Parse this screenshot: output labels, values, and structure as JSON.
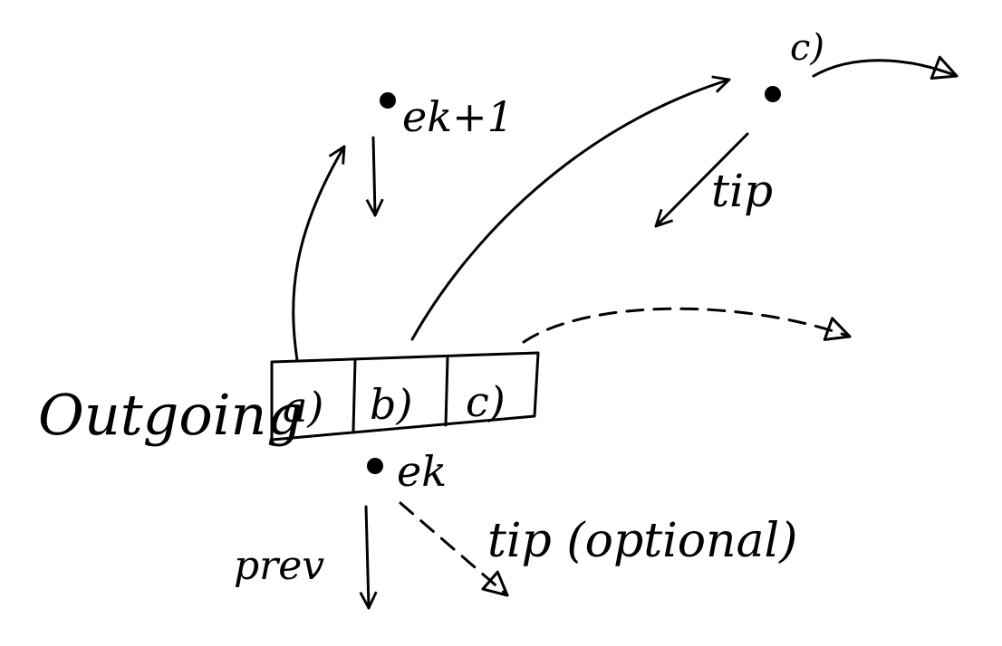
{
  "diagram": {
    "nodes": {
      "ek1": {
        "label": "ek+1"
      },
      "ek": {
        "label": "ek"
      },
      "c": {
        "label": "c)"
      }
    },
    "outgoing": {
      "label": "Outgoing",
      "cells": [
        "a)",
        "b)",
        "c)"
      ]
    },
    "edges": {
      "tip_upper": "tip",
      "prev": "prev",
      "tip_optional": "tip (optional)"
    },
    "ink_color": "#000000"
  }
}
